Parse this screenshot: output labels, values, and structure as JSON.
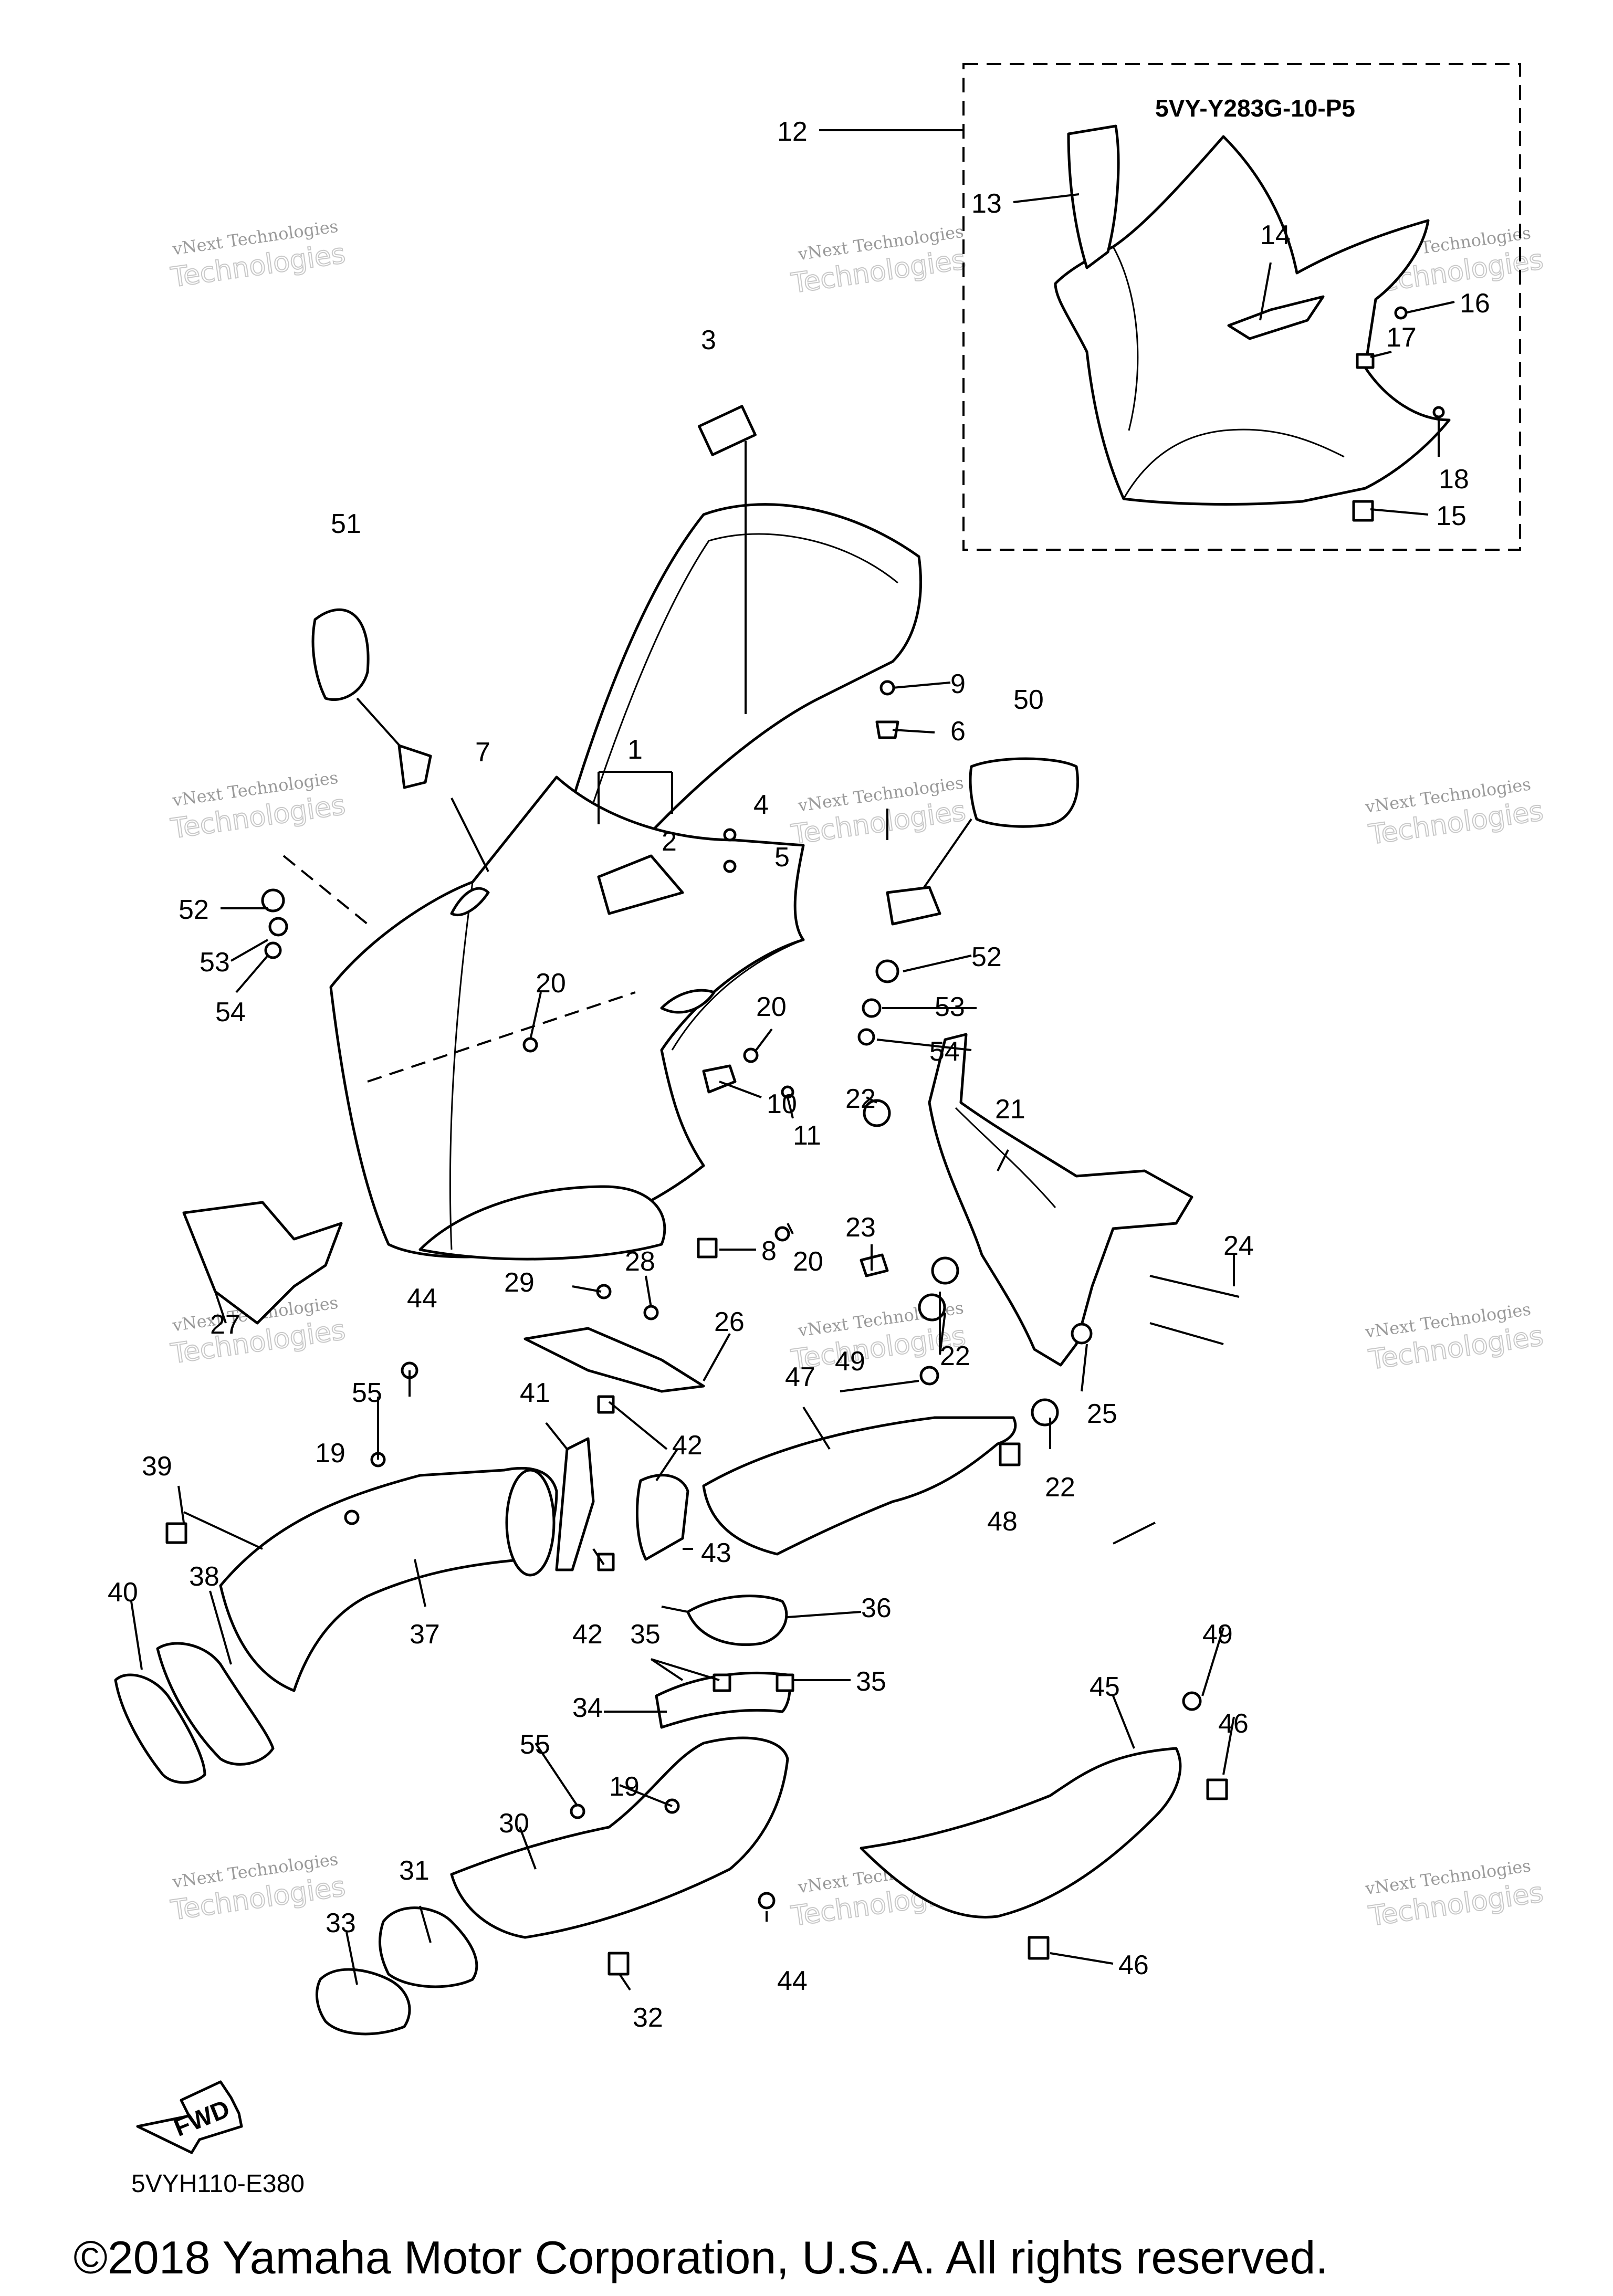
{
  "inset": {
    "code": "5VY-Y283G-10-P5"
  },
  "diagram_code": "5VYH110-E380",
  "forward_badge": "FWD",
  "copyright": "©2018 Yamaha Motor Corporation, U.S.A. All rights reserved.",
  "watermark": {
    "line1": "vNext Technologies",
    "line2": "Technologies",
    "line3": "vNext"
  },
  "callouts": {
    "c1": "1",
    "c2": "2",
    "c3": "3",
    "c4": "4",
    "c5": "5",
    "c6": "6",
    "c7": "7",
    "c8": "8",
    "c9": "9",
    "c10": "10",
    "c11": "11",
    "c12": "12",
    "c13": "13",
    "c14": "14",
    "c15": "15",
    "c16": "16",
    "c17": "17",
    "c18": "18",
    "c19a": "19",
    "c19b": "19",
    "c20a": "20",
    "c20b": "20",
    "c20c": "20",
    "c21": "21",
    "c22a": "22",
    "c22b": "22",
    "c22c": "22",
    "c23": "23",
    "c24": "24",
    "c25": "25",
    "c26": "26",
    "c27": "27",
    "c28": "28",
    "c29": "29",
    "c30": "30",
    "c31": "31",
    "c32": "32",
    "c33": "33",
    "c34": "34",
    "c35a": "35",
    "c35b": "35",
    "c36": "36",
    "c37": "37",
    "c38": "38",
    "c39": "39",
    "c40": "40",
    "c41": "41",
    "c42a": "42",
    "c42b": "42",
    "c43": "43",
    "c44a": "44",
    "c44b": "44",
    "c45": "45",
    "c46a": "46",
    "c46b": "46",
    "c47": "47",
    "c48": "48",
    "c49a": "49",
    "c49b": "49",
    "c50": "50",
    "c51": "51",
    "c52a": "52",
    "c52b": "52",
    "c53a": "53",
    "c53b": "53",
    "c54a": "54",
    "c54b": "54",
    "c55a": "55",
    "c55b": "55"
  }
}
